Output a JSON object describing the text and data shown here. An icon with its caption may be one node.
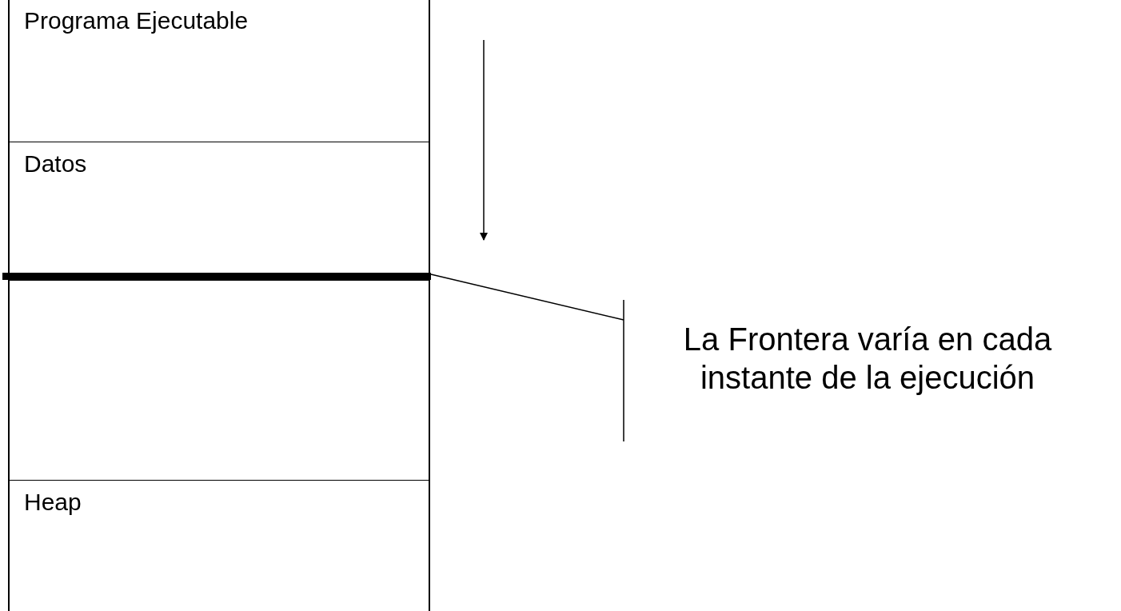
{
  "diagram": {
    "nodes": [
      {
        "text": [
          "Programa Ejecutable"
        ]
      },
      {
        "text": [
          "Datos"
        ]
      },
      {
        "text": [],
        "shape": "box"
      },
      {
        "text": [
          "Heap"
        ]
      },
      {
        "text": [],
        "shape": "bar"
      },
      {
        "text": [
          "La Frontera varía en cada instante de la ejecución"
        ]
      }
    ],
    "edges": [
      {
        "from": 5,
        "to": 4,
        "arrow": "none"
      }
    ]
  }
}
